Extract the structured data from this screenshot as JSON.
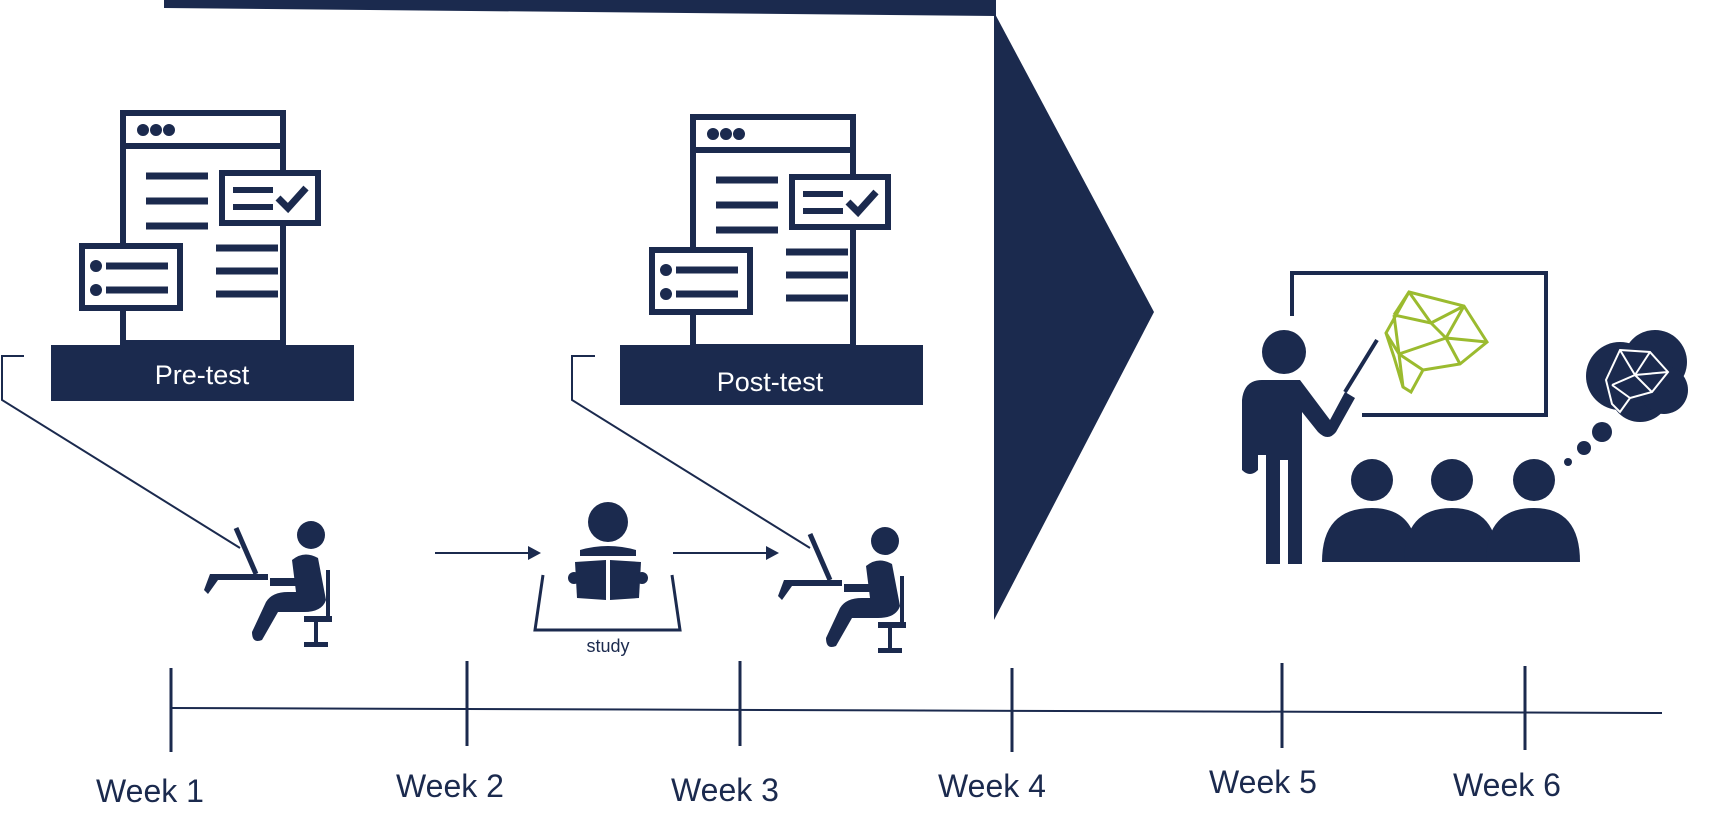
{
  "colors": {
    "navy": "#1b2a4e",
    "accent_green": "#9bbb2f",
    "background": "#ffffff"
  },
  "phases": {
    "pre_test": {
      "label": "Pre-test",
      "icon": "questionnaire-form-icon"
    },
    "post_test": {
      "label": "Post-test",
      "icon": "questionnaire-form-icon"
    },
    "study": {
      "label": "study",
      "icon": "person-reading-book-icon"
    },
    "test_taker_icon": "person-at-laptop-icon",
    "teaching": {
      "icon": "teacher-presenting-brain-to-audience-icon"
    },
    "divider": {
      "icon": "chevron-arrow-icon"
    }
  },
  "timeline": {
    "weeks": [
      "Week 1",
      "Week 2",
      "Week 3",
      "Week 4",
      "Week 5",
      "Week 6"
    ]
  }
}
